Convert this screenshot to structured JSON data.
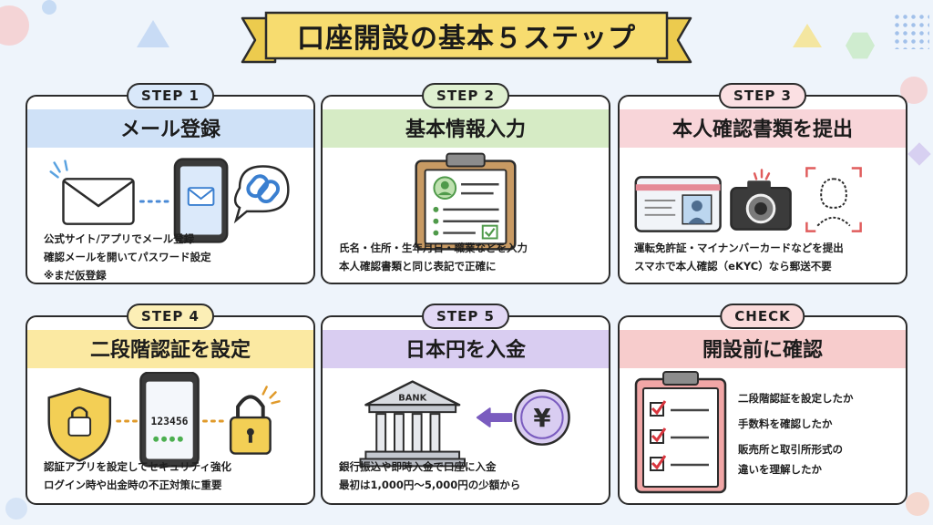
{
  "title": "口座開設の基本５ステップ",
  "colors": {
    "blue": "#cfe1f7",
    "blue_pill": "#d9e8fa",
    "green": "#d6ebc5",
    "green_pill": "#dff0d0",
    "pink": "#f8d5d9",
    "pink_pill": "#fbe0e3",
    "yellow": "#fbe9a2",
    "yellow_pill": "#fcefb6",
    "purple": "#d9cdf1",
    "purple_pill": "#e2d8f5",
    "red": "#f7cccc",
    "red_pill": "#fadada",
    "banner": "#f7dc6f"
  },
  "cards": [
    {
      "pill": "STEP 1",
      "heading": "メール登録",
      "lines": [
        "公式サイト/アプリでメール登録",
        "確認メールを開いてパスワード設定",
        "※まだ仮登録"
      ],
      "icons": [
        "envelope-icon",
        "smartphone-mail-icon",
        "link-icon"
      ]
    },
    {
      "pill": "STEP 2",
      "heading": "基本情報入力",
      "lines": [
        "氏名・住所・生年月日・職業などを入力",
        "本人確認書類と同じ表記で正確に"
      ],
      "icons": [
        "clipboard-profile-icon"
      ]
    },
    {
      "pill": "STEP 3",
      "heading": "本人確認書類を提出",
      "lines": [
        "運転免許証・マイナンバーカードなどを提出",
        "スマホで本人確認（eKYC）なら郵送不要"
      ],
      "icons": [
        "id-card-icon",
        "camera-icon",
        "face-scan-icon"
      ]
    },
    {
      "pill": "STEP 4",
      "heading": "二段階認証を設定",
      "lines": [
        "認証アプリを設定してセキュリティ強化",
        "ログイン時や出金時の不正対策に重要"
      ],
      "code": "123456",
      "icons": [
        "shield-lock-icon",
        "smartphone-code-icon",
        "padlock-icon"
      ]
    },
    {
      "pill": "STEP 5",
      "heading": "日本円を入金",
      "lines": [
        "銀行振込や即時入金で口座に入金",
        "最初は1,000円～5,000円の少額から"
      ],
      "bank": "BANK",
      "yen": "¥",
      "icons": [
        "bank-icon",
        "arrow-left-icon",
        "yen-coin-icon"
      ]
    },
    {
      "pill": "CHECK",
      "heading": "開設前に確認",
      "lines": [
        "二段階認証を設定したか",
        "手数料を確認したか",
        "販売所と取引所形式の",
        "違いを理解したか"
      ],
      "icons": [
        "checklist-clipboard-icon"
      ]
    }
  ]
}
